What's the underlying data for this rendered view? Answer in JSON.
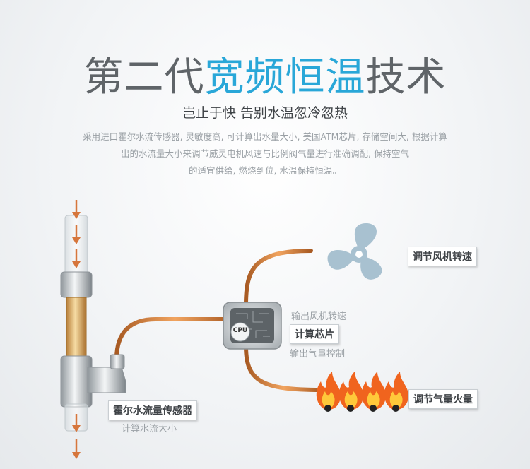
{
  "title": {
    "part1": "第二代",
    "part2": "宽频恒温",
    "part3": "技术"
  },
  "subtitle": "岂止于快  告别水温忽冷忽热",
  "description": [
    "采用进口霍尔水流传感器, 灵敏度高, 可计算出水量大小, 美国ATM芯片, 存储空间大, 根据计算",
    "出的水流量大小来调节威灵电机风速与比例阀气量进行准确调配, 保持空气",
    "的适宜供给, 燃烧到位, 水温保持恒温。"
  ],
  "sensor": {
    "label": "霍尔水流量传感器",
    "caption": "计算水流大小"
  },
  "chip": {
    "badge": "CPU",
    "label": "计算芯片",
    "output_fan": "输出风机转速",
    "output_gas": "输出气量控制"
  },
  "fan": {
    "label": "调节风机转速"
  },
  "flame": {
    "label": "调节气量火量"
  },
  "colors": {
    "accent": "#29a7d8",
    "copper": "#d27a3a",
    "fan": "#a8c1d0",
    "flame": "#f0641e"
  }
}
